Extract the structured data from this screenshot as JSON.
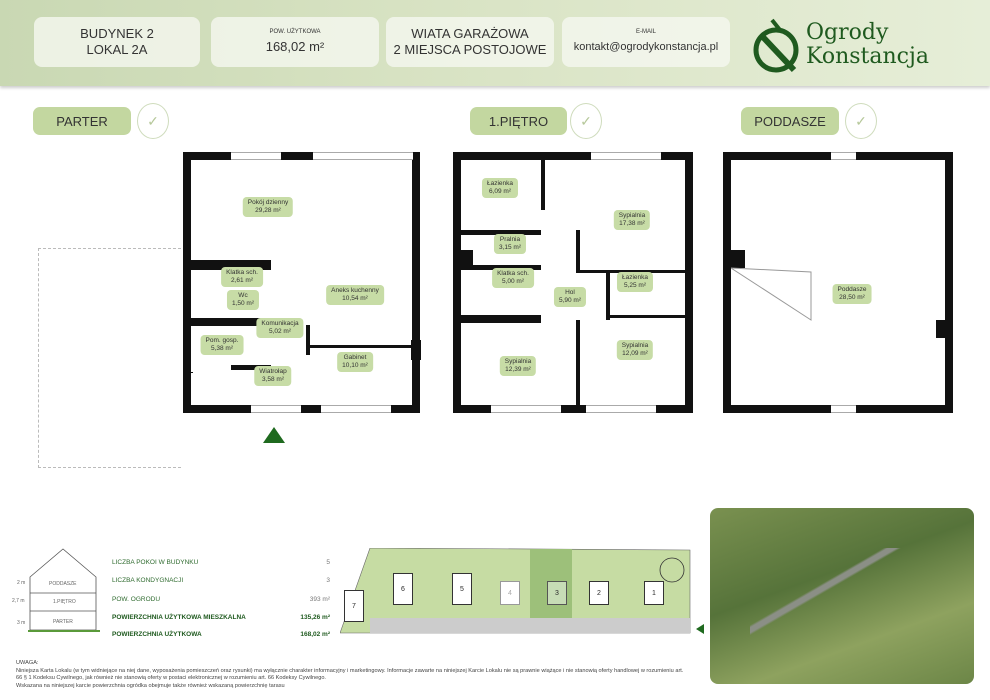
{
  "header": {
    "building": "BUDYNEK 2",
    "unit": "LOKAL 2A",
    "area_label": "POW. UŻYTKOWA",
    "area_value": "168,02 m²",
    "garage_line1": "WIATA GARAŻOWA",
    "garage_line2": "2 MIEJSCA POSTOJOWE",
    "email_label": "E-MAIL",
    "email_value": "kontakt@ogrodykonstancja.pl",
    "logo_line1": "Ogrody",
    "logo_line2": "Konstancja"
  },
  "floors": {
    "parter": {
      "title": "PARTER",
      "rooms": [
        {
          "name": "Pokój dzienny",
          "area": "29,28 m²"
        },
        {
          "name": "Klatka sch.",
          "area": "2,61 m²"
        },
        {
          "name": "Wc",
          "area": "1,50 m²"
        },
        {
          "name": "Aneks kuchenny",
          "area": "10,54 m²"
        },
        {
          "name": "Komunikacja",
          "area": "5,02 m²"
        },
        {
          "name": "Pom. gosp.",
          "area": "5,38 m²"
        },
        {
          "name": "Gabinet",
          "area": "10,10 m²"
        },
        {
          "name": "Wiatrołap",
          "area": "3,58 m²"
        }
      ]
    },
    "pietro": {
      "title": "1.PIĘTRO",
      "rooms": [
        {
          "name": "Łazienka",
          "area": "6,09 m²"
        },
        {
          "name": "Sypialnia",
          "area": "17,38 m²"
        },
        {
          "name": "Pralnia",
          "area": "3,15 m²"
        },
        {
          "name": "Klatka sch.",
          "area": "5,00 m²"
        },
        {
          "name": "Hol",
          "area": "5,90 m²"
        },
        {
          "name": "Łazienka",
          "area": "5,25 m²"
        },
        {
          "name": "Sypialnia",
          "area": "12,09 m²"
        },
        {
          "name": "Sypialnia",
          "area": "12,39 m²"
        }
      ]
    },
    "poddasze": {
      "title": "PODDASZE",
      "rooms": [
        {
          "name": "Poddasze",
          "area": "28,50 m²"
        }
      ]
    }
  },
  "section": {
    "levels": [
      "PODDASZE",
      "1.PIĘTRO",
      "PARTER"
    ],
    "heights": [
      "2 m",
      "2,7 m",
      "3 m"
    ]
  },
  "stats": [
    {
      "label": "LICZBA POKOI W BUDYNKU",
      "value": "5"
    },
    {
      "label": "LICZBA KONDYGNACJI",
      "value": "3"
    },
    {
      "label": "POW. OGRODU",
      "value": "393 m²"
    },
    {
      "label": "POWIERZCHNIA UŻYTKOWA MIESZKALNA",
      "value": "135,26 m²"
    },
    {
      "label": "POWIERZCHNIA UŻYTKOWA",
      "value": "168,02 m²"
    }
  ],
  "site": {
    "units": [
      "7",
      "6",
      "5",
      "4",
      "3",
      "2",
      "1"
    ],
    "highlighted": "3"
  },
  "footer": {
    "title": "UWAGA:",
    "line1": "Niniejsza Karta Lokalu (w tym widniejące na niej dane, wyposażenia pomieszczeń oraz rysunki) ma wyłącznie charakter informacyjny i marketingowy. Informacje zawarte na niniejszej Karcie Lokalu nie są prawnie wiążące i nie stanowią oferty handlowej w rozumieniu art. 66 § 1 Kodeksu Cywilnego, jak również nie stanowią oferty w postaci elektronicznej w rozumieniu art. 66 Kodeksy Cywilnego.",
    "line2": "Wskazana na niniejszej karcie powierzchnia ogródka obejmuje także również wskazaną powierzchnię tarasu"
  },
  "colors": {
    "accent": "#c3d7a0",
    "brand": "#1f5a1f"
  }
}
